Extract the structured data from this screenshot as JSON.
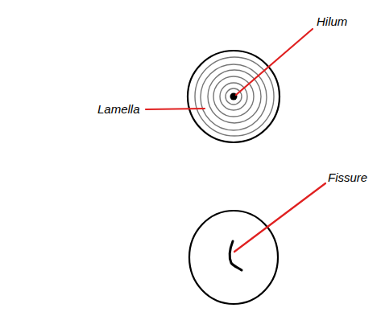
{
  "diagram": {
    "labels": [
      "Hilum",
      "Lamella",
      "Fissure"
    ]
  }
}
